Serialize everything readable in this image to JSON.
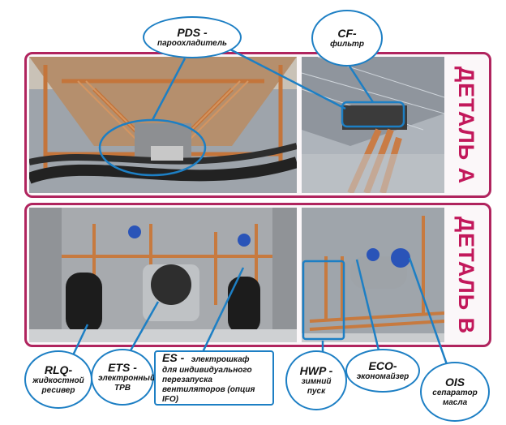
{
  "detail_a": {
    "label": "ДЕТАЛЬ А"
  },
  "detail_b": {
    "label": "ДЕТАЛЬ B"
  },
  "callouts": {
    "pds": {
      "title": "PDS -",
      "desc": "пароохладитель"
    },
    "cf": {
      "title": "CF-",
      "desc": "фильтр"
    },
    "rlq": {
      "title": "RLQ-",
      "desc": "жидкостной ресивер"
    },
    "ets": {
      "title": "ETS -",
      "desc": "электронный ТРВ"
    },
    "es": {
      "title": "ES -",
      "desc_inline": "электрошкаф",
      "desc": "для индивидуального перезапуска вентиляторов (опция IFO)"
    },
    "hwp": {
      "title": "HWP -",
      "desc": "зимний пуск"
    },
    "eco": {
      "title": "ECO-",
      "desc": "экономайзер"
    },
    "ois": {
      "title": "OIS",
      "desc": "сепаратор масла"
    }
  },
  "colors": {
    "panel_border": "#b0245e",
    "label_text": "#c2185b",
    "callout_border": "#1d7fc4"
  }
}
